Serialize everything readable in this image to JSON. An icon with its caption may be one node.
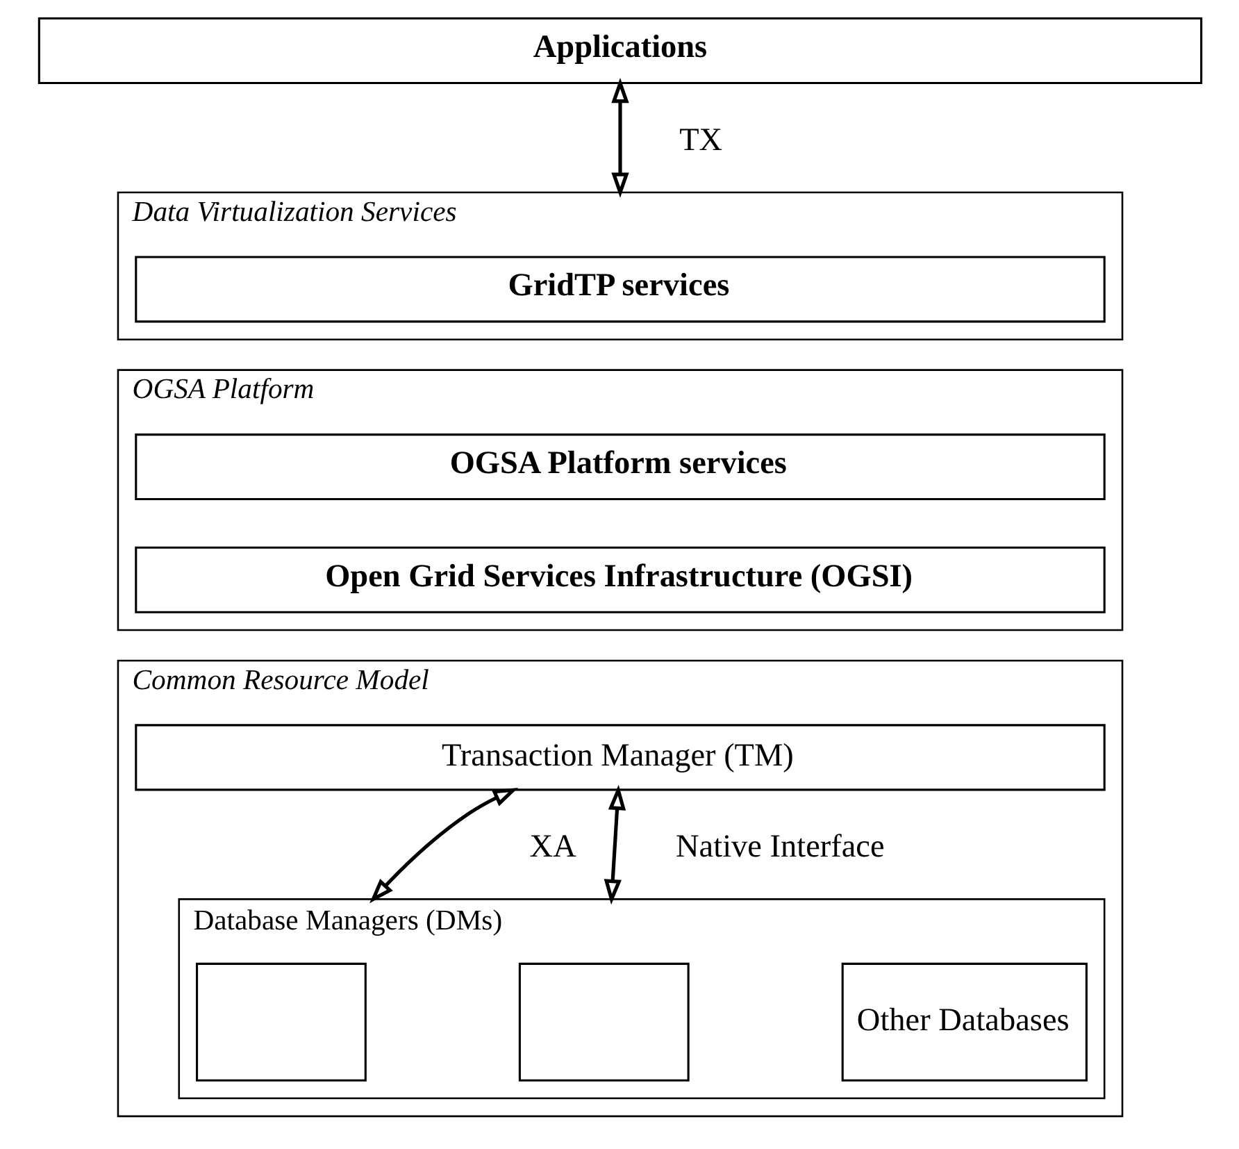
{
  "diagram": {
    "nodes": [
      {
        "text": [
          "Applications"
        ]
      },
      {
        "text": [
          "Data Virtualization Services"
        ]
      },
      {
        "text": [
          "GridTP services"
        ],
        "in": 1
      },
      {
        "text": [
          "OGSA Platform"
        ]
      },
      {
        "text": [
          "OGSA Platform services"
        ],
        "in": 3
      },
      {
        "text": [
          "Open Grid Services Infrastructure (OGSI)"
        ],
        "in": 3
      },
      {
        "text": [
          "Common Resource Model"
        ]
      },
      {
        "text": [
          "Transaction Manager (TM)"
        ],
        "in": 6
      },
      {
        "text": [
          "Database Managers (DMs)"
        ],
        "in": 6
      },
      {
        "text": [],
        "shape": "box",
        "in": 8
      },
      {
        "text": [],
        "shape": "box",
        "in": 8
      },
      {
        "text": [
          "Other Databases"
        ],
        "in": 8
      }
    ],
    "edges": [
      {
        "from": 0,
        "to": 1,
        "arrow": "both",
        "label": "TX"
      },
      {
        "from": 7,
        "to": 8,
        "arrow": "both",
        "label": "XA"
      },
      {
        "from": 7,
        "to": 8,
        "arrow": "both",
        "label": "Native Interface"
      }
    ]
  }
}
